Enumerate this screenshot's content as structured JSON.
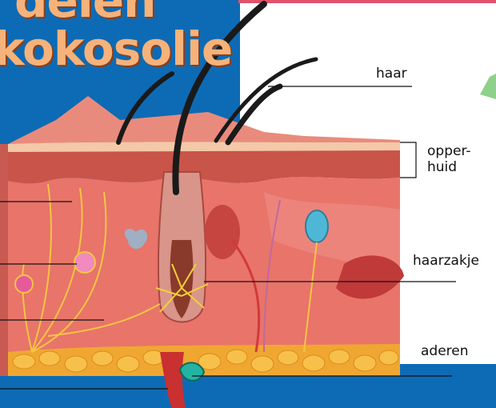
{
  "title": {
    "line1": "delen",
    "line2": "kokosolie"
  },
  "labels": {
    "haar": "haar",
    "opperhuid_1": "opper-",
    "opperhuid_2": "huid",
    "haarzakje": "haarzakje",
    "aderen": "aderen"
  },
  "colors": {
    "blue_panel": "#0d6bb5",
    "pink_border": "#e2526c",
    "title_fill": "#f5b27a",
    "skin": "#e8746a",
    "fat": "#f0a732",
    "hair": "#1a1a1a"
  }
}
